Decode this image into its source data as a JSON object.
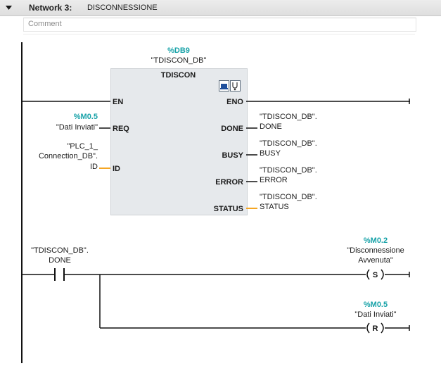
{
  "network": {
    "label": "Network 3:",
    "title": "DISCONNESSIONE",
    "comment_placeholder": "Comment"
  },
  "instance": {
    "address": "%DB9",
    "name": "\"TDISCON_DB\""
  },
  "block": {
    "type": "TDISCON",
    "icons": [
      "block-network-icon",
      "block-diagnostics-icon"
    ],
    "inputs": [
      {
        "pin": "EN",
        "address": "",
        "tag": []
      },
      {
        "pin": "REQ",
        "address": "%M0.5",
        "tag": [
          "\"Dati Inviati\""
        ]
      },
      {
        "pin": "ID",
        "address": "",
        "tag": [
          "\"PLC_1_",
          "Connection_DB\".",
          "ID"
        ]
      }
    ],
    "outputs": [
      {
        "pin": "ENO",
        "tag": []
      },
      {
        "pin": "DONE",
        "tag": [
          "\"TDISCON_DB\".",
          "DONE"
        ]
      },
      {
        "pin": "BUSY",
        "tag": [
          "\"TDISCON_DB\".",
          "BUSY"
        ]
      },
      {
        "pin": "ERROR",
        "tag": [
          "\"TDISCON_DB\".",
          "ERROR"
        ]
      },
      {
        "pin": "STATUS",
        "tag": [
          "\"TDISCON_DB\".",
          "STATUS"
        ]
      }
    ]
  },
  "rung2": {
    "contact": {
      "tag": [
        "\"TDISCON_DB\".",
        "DONE"
      ],
      "type": "normally-open"
    },
    "coil_set": {
      "symbol": "S",
      "address": "%M0.2",
      "tag": [
        "\"Disconnessione",
        "Avvenuta\""
      ]
    },
    "coil_reset": {
      "symbol": "R",
      "address": "%M0.5",
      "tag": [
        "\"Dati Inviati\""
      ]
    }
  },
  "colors": {
    "address_teal": "#17a2a8",
    "datatype_orange": "#f5a623",
    "block_fill": "#e6e9ec",
    "header_bg": "#e4e4e4"
  }
}
